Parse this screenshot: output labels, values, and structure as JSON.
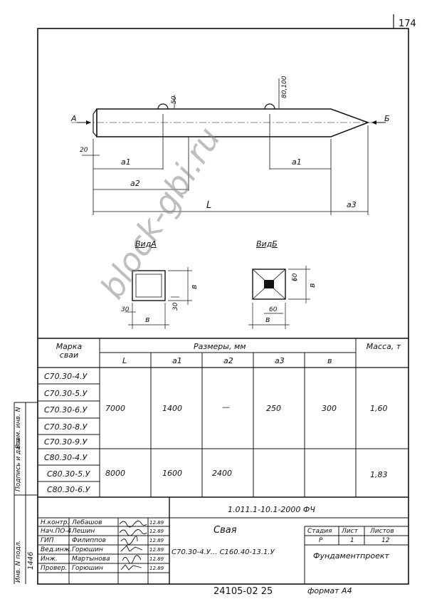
{
  "sheet": {
    "page_number": "174",
    "side_labels": [
      "Инв. N подл.",
      "Подпись и дата",
      "Взам. инв. N"
    ],
    "side_value": "1446",
    "bottom_code": "24105-02   25",
    "format_label": "формат А4"
  },
  "drawing": {
    "view_marker_a": "А",
    "view_marker_b": "Б",
    "dim_20": "20",
    "dim_a1_left": "a1",
    "dim_a1_right": "a1",
    "dim_a2": "a2",
    "dim_L": "L",
    "dim_a3": "a3",
    "dim_50": "50",
    "dim_80_100": "80,100",
    "view_a_title": "ВидА",
    "view_b_title": "ВидБ",
    "view_a_dim_30_bottom": "30",
    "view_a_dim_30_right": "30",
    "view_a_dim_b_right": "в",
    "view_a_dim_b_bottom": "в",
    "view_b_dim_60_right": "60",
    "view_b_dim_60_bottom": "60",
    "view_b_dim_b_right": "в",
    "view_b_dim_b_bottom": "в"
  },
  "table": {
    "col_mark": "Марка сваи",
    "col_dims": "Размеры, мм",
    "col_mass": "Масса, т",
    "sub_headers": [
      "L",
      "a1",
      "a2",
      "a3",
      "в"
    ],
    "marks_group1": [
      "С70.30-4.У",
      "С70.30-5.У",
      "С70.30-6.У",
      "С70.30-8.У",
      "С70.30-9.У"
    ],
    "marks_group2": [
      "С80.30-4.У",
      "С80.30-5.У",
      "С80.30-6.У"
    ],
    "g1_L": "7000",
    "g1_a1": "1400",
    "g1_a2": "—",
    "g1_a3": "250",
    "g1_b": "300",
    "g1_mass": "1,60",
    "g2_L": "8000",
    "g2_a1": "1600",
    "g2_a2": "2400",
    "g2_mass": "1,83"
  },
  "stamp": {
    "doc_code": "1.011.1-10.1-2000 ФЧ",
    "roles": [
      "Н.контр.",
      "Нач.ПО-4",
      "ГИП",
      "Вед.инж.",
      "Инж.",
      "Провер."
    ],
    "names": [
      "Лебашов",
      "Лешин",
      "Филиппов",
      "Горюшин",
      "Мартынова",
      "Горюшин"
    ],
    "dates": [
      "12.89",
      "12.89",
      "12.89",
      "12.89",
      "12.89",
      "12.89"
    ],
    "title": "Свая",
    "subtitle": "С70.30-4.У... С160.40-13.1.У",
    "stage_label": "Стадия",
    "sheet_label": "Лист",
    "sheets_label": "Листов",
    "stage_value": "Р",
    "sheet_value": "1",
    "sheets_value": "12",
    "org": "Фундаментпроект"
  },
  "watermark": "block-gbi.ru"
}
